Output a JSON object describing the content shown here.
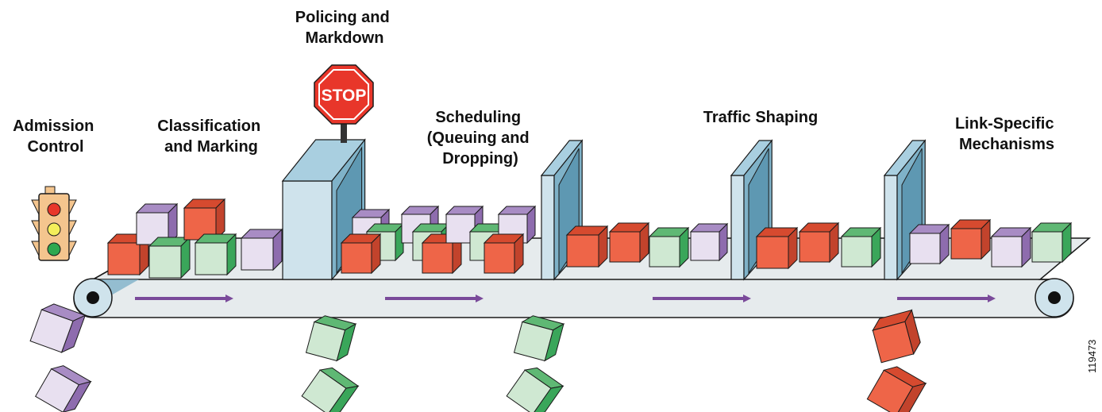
{
  "labels": {
    "admission": [
      "Admission",
      "Control"
    ],
    "classification": [
      "Classification",
      "and Marking"
    ],
    "policing": [
      "Policing and",
      "Markdown"
    ],
    "scheduling": [
      "Scheduling",
      "(Queuing and",
      "Dropping)"
    ],
    "shaping": [
      "Traffic Shaping"
    ],
    "link": [
      "Link-Specific",
      "Mechanisms"
    ]
  },
  "stop_sign_text": "STOP",
  "figure_id": "119473",
  "colors": {
    "red": "#ee6548",
    "green": "#cfe8d2",
    "green_side": "#3aa65a",
    "purple": "#e8e0f0",
    "purple_side": "#9b79b9",
    "arrow": "#7a4a9a",
    "belt": "#e6ebed",
    "gate_front": "#cfe3ec",
    "gate_side": "#7fb2c8",
    "stop_red": "#e8362a",
    "light_body": "#f4c58e"
  },
  "icons": [
    "traffic-light-icon",
    "stop-sign-icon",
    "conveyor-belt-icon",
    "packet-cube-icon",
    "flow-arrow-icon",
    "gate-icon"
  ]
}
